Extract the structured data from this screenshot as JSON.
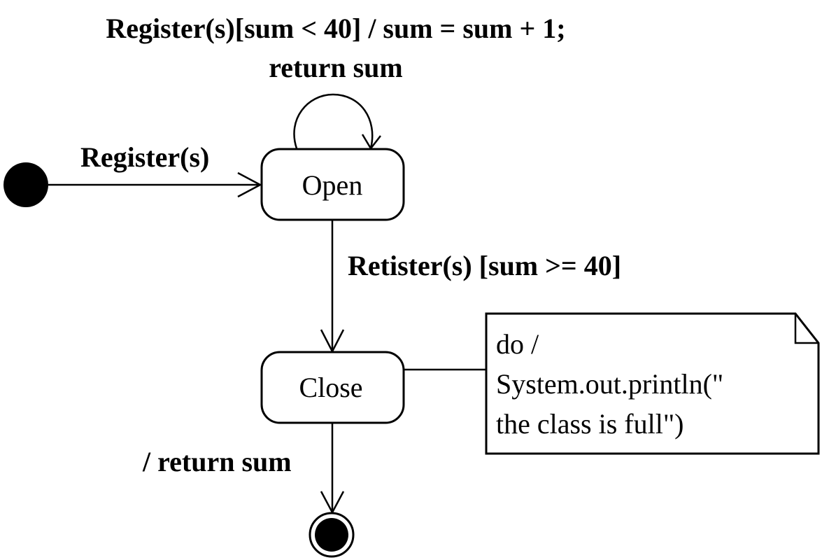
{
  "labels": {
    "self_loop_line1": "Register(s)[sum < 40] / sum = sum + 1;",
    "self_loop_line2": "return sum",
    "initial_transition": "Register(s)",
    "open_to_close": "Retister(s) [sum >= 40]",
    "final_transition": "/ return sum"
  },
  "states": {
    "open": "Open",
    "close": "Close"
  },
  "note": {
    "line1": "do /",
    "line2": "System.out.println(\"",
    "line3": "the class is full\")"
  },
  "colors": {
    "ink": "#000000",
    "background": "#ffffff"
  }
}
